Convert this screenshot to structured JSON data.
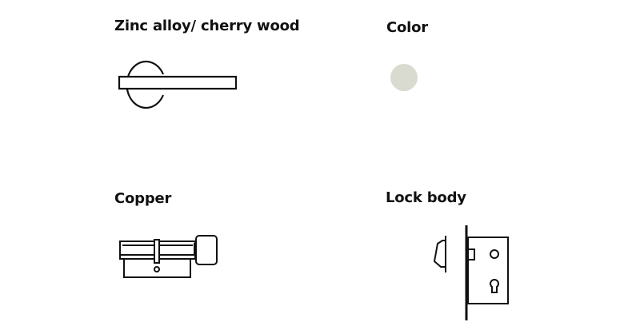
{
  "sections": {
    "handle": {
      "label": "Zinc alloy/ cherry wood",
      "icon": "lever-handle-icon"
    },
    "color": {
      "label": "Color",
      "swatch": "#d9dbd0"
    },
    "cylinder": {
      "label": "Copper",
      "icon": "lock-cylinder-icon"
    },
    "lock_body": {
      "label": "Lock body",
      "icon": "mortise-lock-body-icon"
    }
  },
  "colors": {
    "line": "#111111",
    "background": "#ffffff"
  }
}
